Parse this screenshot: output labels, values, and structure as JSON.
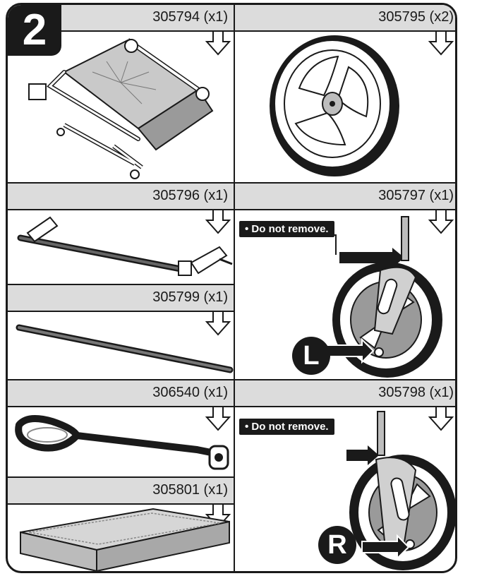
{
  "step_number": "2",
  "parts": [
    {
      "part_no": "305794 (x1)"
    },
    {
      "part_no": "305795 (x2)"
    },
    {
      "part_no": "305796 (x1)"
    },
    {
      "part_no": "305797 (x1)"
    },
    {
      "part_no": "305799 (x1)"
    },
    {
      "part_no": "306540 (x1)"
    },
    {
      "part_no": "305798 (x1)"
    },
    {
      "part_no": "305801 (x1)"
    }
  ],
  "notes": {
    "do_not_remove_top": "• Do not remove.",
    "do_not_remove_bottom": "• Do not remove."
  },
  "wheel_labels": {
    "left": "L",
    "right": "R"
  }
}
